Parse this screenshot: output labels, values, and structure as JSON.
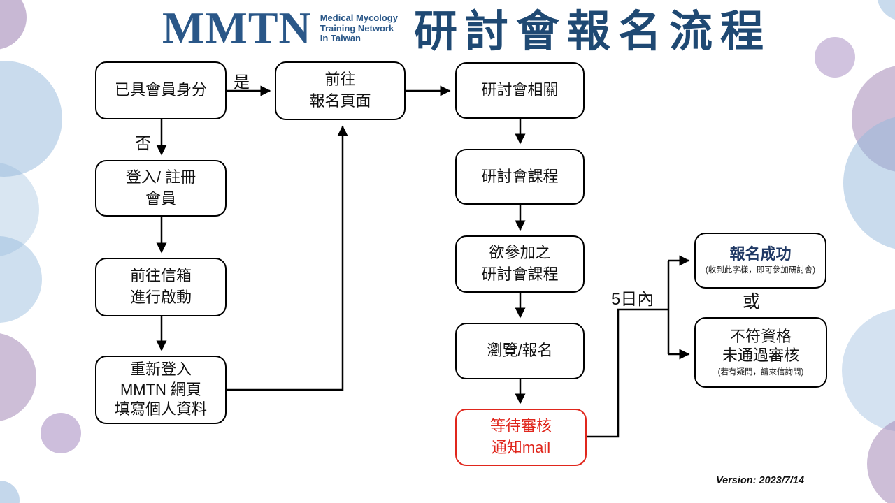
{
  "logo": {
    "acronym": "MMTN",
    "tagline": "Medical Mycology\nTraining Network\nIn Taiwan"
  },
  "title": "研討會報名流程",
  "appearance": {
    "navy": "#1F4973",
    "logo_navy": "#2A5788",
    "success_navy": "#1F3864",
    "alert_red": "#E0261C",
    "circle_blue": "#93B7DB",
    "circle_purple": "#A489B7"
  },
  "flow": {
    "member_check": "已具會員身分",
    "yes_label": "是",
    "no_label": "否",
    "goto_registration": "前往\n報名頁面",
    "login_register": "登入/ 註冊\n會員",
    "mailbox_activation": "前往信箱\n進行啟動",
    "relogin": "重新登入\nMMTN 網頁\n填寫個人資料",
    "seminar_related": "研討會相關",
    "seminar_courses": "研討會課程",
    "desired_courses": "欲參加之\n研討會課程",
    "browse_register": "瀏覽/報名",
    "wait_review": "等待審核\n通知mail",
    "within_5_days": "5日內",
    "or_label": "或",
    "success_title": "報名成功",
    "success_note": "(收到此字樣，即可參加研討會)",
    "fail_title": "不符資格\n未通過審核",
    "fail_note": "(若有疑問，請來信詢問)"
  },
  "footer": {
    "version": "Version: 2023/7/14"
  }
}
